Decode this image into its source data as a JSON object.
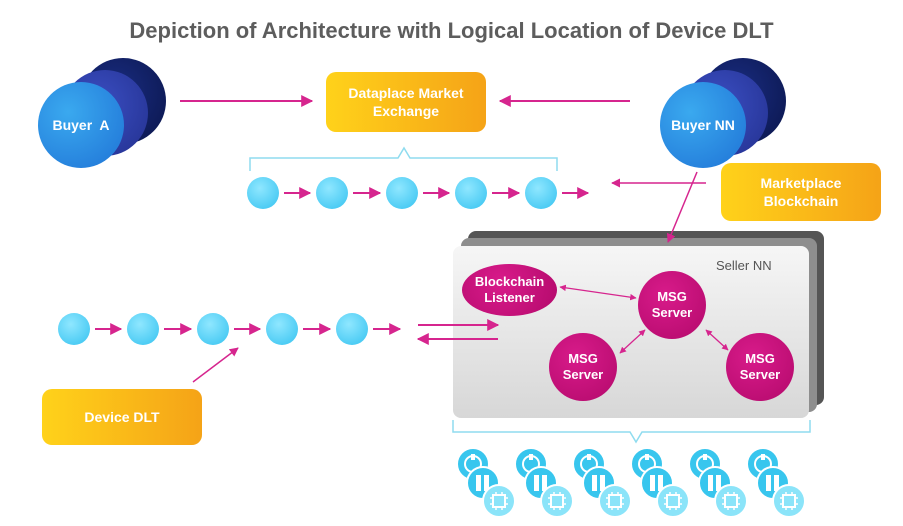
{
  "title": "Depiction of Architecture with Logical Location of Device DLT",
  "buyers": {
    "a": "Buyer  A",
    "nn": "Buyer NN"
  },
  "exchange": {
    "label_line1": "Dataplace Market",
    "label_line2": "Exchange"
  },
  "marketplace": {
    "label_line1": "Marketplace",
    "label_line2": "Blockchain"
  },
  "device_dlt": {
    "label": "Device DLT"
  },
  "seller": {
    "label": "Seller NN",
    "listener_line1": "Blockchain",
    "listener_line2": "Listener",
    "msg_line1": "MSG",
    "msg_line2": "Server"
  },
  "colors": {
    "arrow": "#d6258e",
    "bracket": "#8fdcef",
    "orange": "#f8b51b",
    "node": "#4ccaf3",
    "magenta": "#c40f7b",
    "buyer_dark": "#0d1c5f",
    "buyer_mid": "#2c3ea8",
    "buyer_front": "#2a8ee4"
  },
  "icons": {
    "device": "device-icon",
    "chip": "chip-icon"
  }
}
